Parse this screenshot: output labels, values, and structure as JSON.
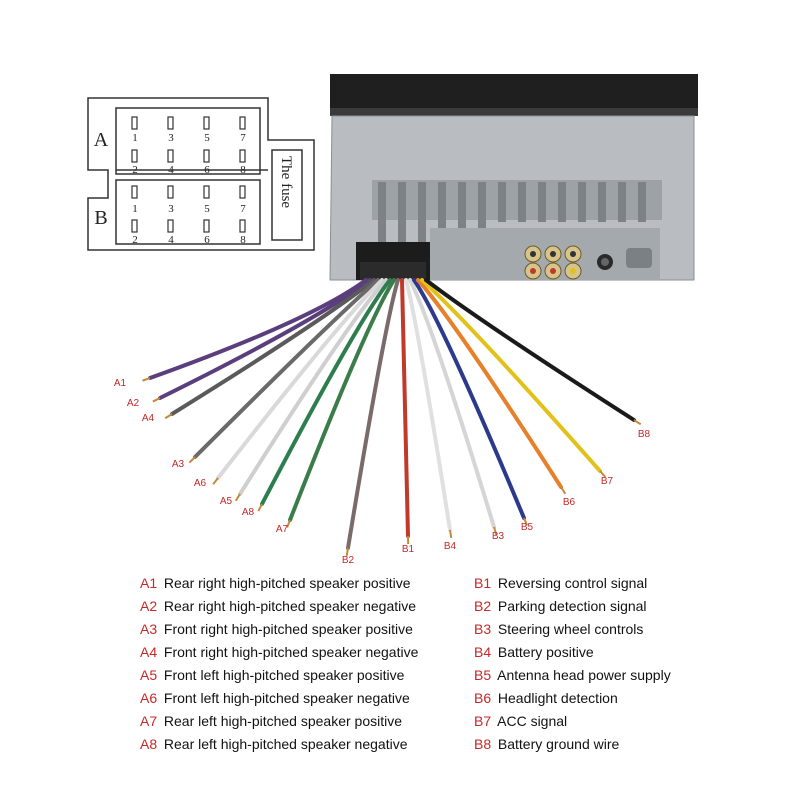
{
  "connector": {
    "block_a": {
      "label": "A",
      "top_pins": [
        "1",
        "3",
        "5",
        "7"
      ],
      "bottom_pins": [
        "2",
        "4",
        "6",
        "8"
      ]
    },
    "block_b": {
      "label": "B",
      "top_pins": [
        "1",
        "3",
        "5",
        "7"
      ],
      "bottom_pins": [
        "2",
        "4",
        "6",
        "8"
      ]
    },
    "fuse_label": "The fuse"
  },
  "wires": [
    {
      "code": "A1",
      "color": "#5b3f7c"
    },
    {
      "code": "A2",
      "color": "#5b3f7c"
    },
    {
      "code": "A4",
      "color": "#5a5a5a"
    },
    {
      "code": "A3",
      "color": "#6a6a6a"
    },
    {
      "code": "A6",
      "color": "#d9d9d9"
    },
    {
      "code": "A5",
      "color": "#cfcfcf"
    },
    {
      "code": "A8",
      "color": "#2e7d4f"
    },
    {
      "code": "A7",
      "color": "#3a7d4a"
    },
    {
      "code": "B2",
      "color": "#7a6a6a"
    },
    {
      "code": "B1",
      "color": "#c0392b"
    },
    {
      "code": "B4",
      "color": "#e0e0e0"
    },
    {
      "code": "B3",
      "color": "#d5d5d5"
    },
    {
      "code": "B5",
      "color": "#2b3a8c"
    },
    {
      "code": "B6",
      "color": "#e6802a"
    },
    {
      "code": "B7",
      "color": "#e2c21a"
    },
    {
      "code": "B8",
      "color": "#1a1a1a"
    }
  ],
  "legend_left": [
    {
      "code": "A1",
      "text": "Rear right high-pitched speaker positive"
    },
    {
      "code": "A2",
      "text": "Rear right high-pitched speaker negative"
    },
    {
      "code": "A3",
      "text": "Front right high-pitched speaker positive"
    },
    {
      "code": "A4",
      "text": "Front right high-pitched speaker negative"
    },
    {
      "code": "A5",
      "text": "Front left high-pitched speaker positive"
    },
    {
      "code": "A6",
      "text": "Front left high-pitched speaker negative"
    },
    {
      "code": "A7",
      "text": "Rear left high-pitched speaker positive"
    },
    {
      "code": "A8",
      "text": "Rear left high-pitched speaker negative"
    }
  ],
  "legend_right": [
    {
      "code": "B1",
      "text": "Reversing control signal"
    },
    {
      "code": "B2",
      "text": "Parking detection signal"
    },
    {
      "code": "B3",
      "text": "Steering wheel controls"
    },
    {
      "code": "B4",
      "text": "Battery positive"
    },
    {
      "code": "B5",
      "text": "Antenna head power supply"
    },
    {
      "code": "B6",
      "text": "Headlight detection"
    },
    {
      "code": "B7",
      "text": "ACC signal"
    },
    {
      "code": "B8",
      "text": "Battery ground wire"
    }
  ],
  "colors": {
    "label_red": "#c62828",
    "unit_body": "#b8bcc0",
    "unit_top": "#222222"
  }
}
